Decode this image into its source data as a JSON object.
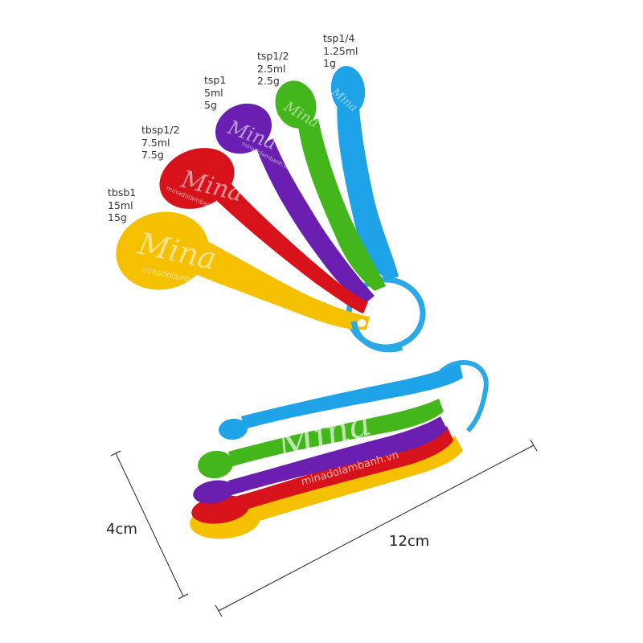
{
  "fanned_spoons": [
    {
      "color": "#f5c000",
      "labels": [
        "tbsb1",
        "15ml",
        "15g"
      ]
    },
    {
      "color": "#d8121b",
      "labels": [
        "tbsp1/2",
        "7.5ml",
        "7.5g"
      ]
    },
    {
      "color": "#6a1fb0",
      "labels": [
        "tsp1",
        "5ml",
        "5g"
      ]
    },
    {
      "color": "#42b61a",
      "labels": [
        "tsp1/2",
        "2.5ml",
        "2.5g"
      ]
    },
    {
      "color": "#1fa3e8",
      "labels": [
        "tsp1/4",
        "1.25ml",
        "1g"
      ]
    }
  ],
  "ring_color": "#2aa8e8",
  "watermark": {
    "logo": "Mina",
    "site": "minadolambanh.vn"
  },
  "dimensions": {
    "height_label": "4cm",
    "length_label": "12cm"
  }
}
